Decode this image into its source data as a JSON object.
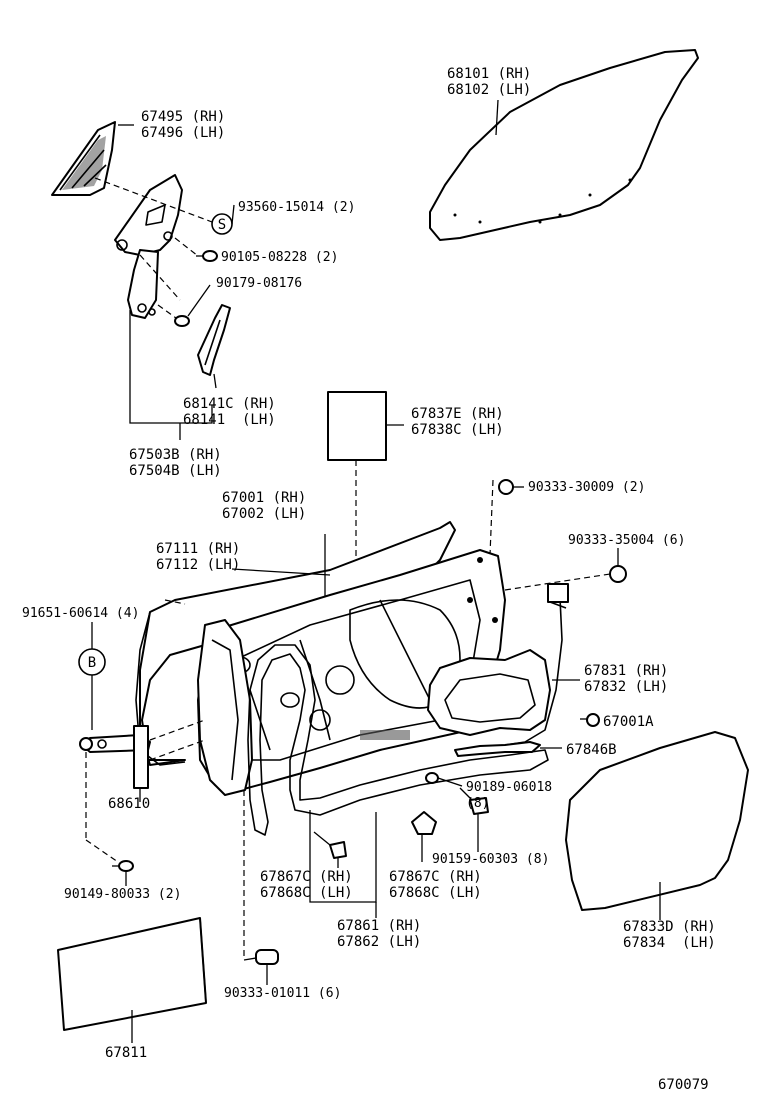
{
  "diagram": {
    "ref": "670079",
    "labels": {
      "glass": "68101 (RH)\n68102 (LH)",
      "cover_corner": "67495 (RH)\n67496 (LH)",
      "screw_s": "93560-15014 (2)",
      "symbol_s": "S",
      "bolt_08228": "90105-08228 (2)",
      "clip_08176": "90179-08176",
      "channel": "68141C (RH)\n68141  (LH)",
      "frame_sub": "67503B (RH)\n67504B (LH)",
      "service_cover": "67837E (RH)\n67838C (LH)",
      "plug_30009": "90333-30009 (2)",
      "panel": "67001 (RH)\n67002 (LH)",
      "weatherstrip": "67111 (RH)\n67112 (LH)",
      "plug_35004": "90333-35004 (6)",
      "screw_60614": "91651-60614 (4)",
      "symbol_b": "B",
      "hole_cover": "67831 (RH)\n67832 (LH)",
      "item_67001a": "67001A",
      "item_67846b": "67846B",
      "nut_06018": "90189-06018\n(8)",
      "check": "68610",
      "clip_60303": "90159-60303 (8)",
      "clip_left": "67867C (RH)\n67868C (LH)",
      "clip_right": "67867C (RH)\n67868C (LH)",
      "seal_67861": "67861 (RH)\n67862 (LH)",
      "film_large": "67833D (RH)\n67834  (LH)",
      "bolt_80033": "90149-80033 (2)",
      "plug_01011": "90333-01011 (6)",
      "pad_67811": "67811"
    }
  }
}
